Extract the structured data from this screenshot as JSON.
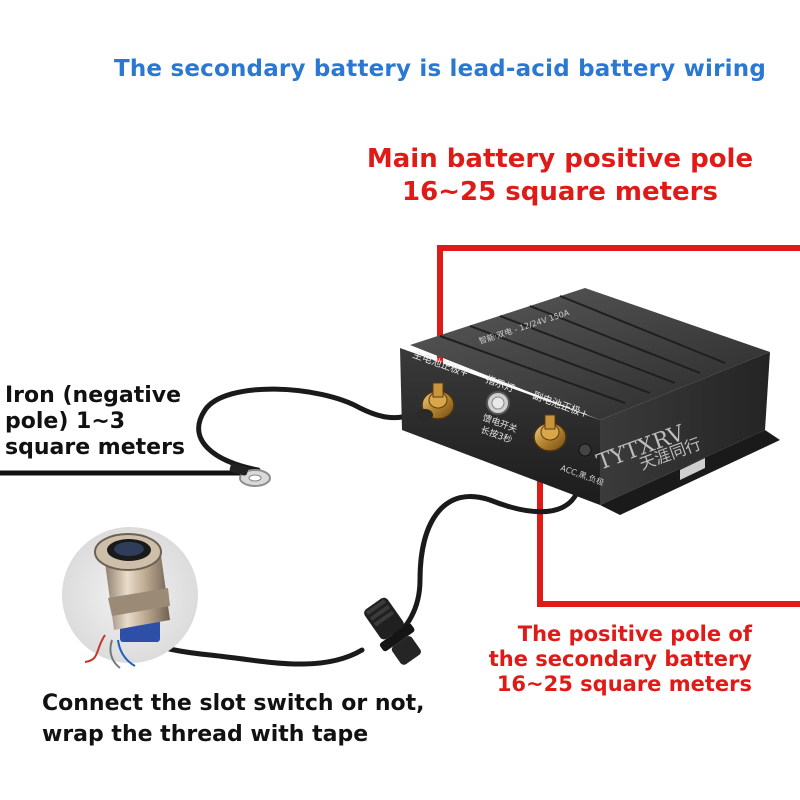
{
  "title": "The secondary battery is lead-acid battery wiring",
  "main_battery_label": [
    "Main battery positive pole",
    "16~25 square meters"
  ],
  "iron_label": [
    "Iron (negative",
    "pole) 1~3",
    "square meters"
  ],
  "secondary_label": [
    "The positive pole of",
    "the secondary battery",
    "16~25 square meters"
  ],
  "switch_label": [
    "Connect the slot switch or not,",
    "wrap the thread with tape"
  ],
  "device": {
    "brand": "TYTXRV",
    "brand_cn": "天涯同行",
    "label_main": "主电池正极+",
    "label_indicator": "指示灯",
    "label_switch": [
      "馈电开关",
      "长按3秒"
    ],
    "label_secondary": "副电池正极+",
    "label_top": "智能·双电 - 12/24V 150A",
    "label_acc": "ACC,黑,负极"
  },
  "colors": {
    "title": "#2a78d2",
    "callout": "#e01a16",
    "text": "#111111",
    "device": "#2b2b2b"
  }
}
